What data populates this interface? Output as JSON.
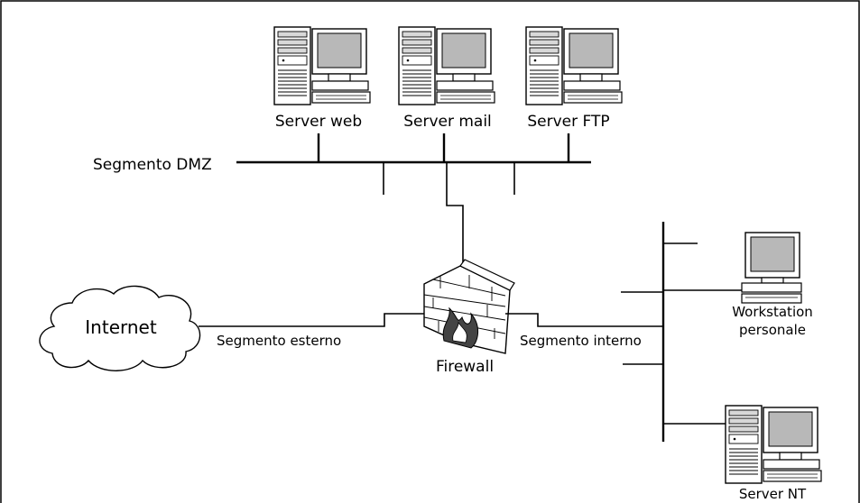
{
  "nodes": {
    "server_web": "Server web",
    "server_mail": "Server mail",
    "server_ftp": "Server FTP",
    "firewall": "Firewall",
    "internet": "Internet",
    "workstation_line1": "Workstation",
    "workstation_line2": "personale",
    "server_nt": "Server NT"
  },
  "segments": {
    "dmz": "Segmento DMZ",
    "esterno": "Segmento esterno",
    "interno": "Segmento interno"
  },
  "icons": [
    "server-computer-icon",
    "workstation-icon",
    "brick-firewall-icon",
    "cloud-icon"
  ]
}
